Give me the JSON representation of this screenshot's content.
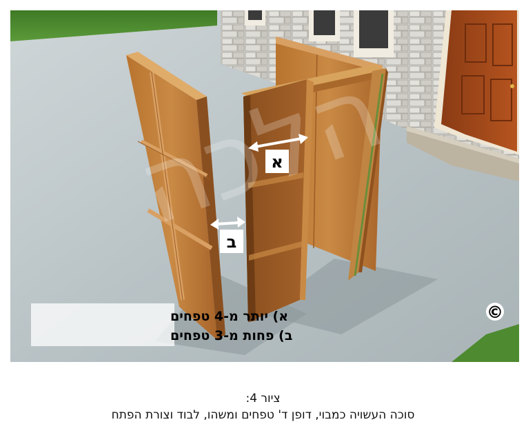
{
  "illustration": {
    "marker_a": "א",
    "marker_b": "ב",
    "legend": {
      "line_a": "א) יותר מ-4 טפחים",
      "line_b": "ב) פחות מ-3 טפחים"
    },
    "copyright_symbol": "©",
    "watermark": "הלכה",
    "icons": [
      "double-arrow-icon",
      "copyright-icon"
    ]
  },
  "caption": {
    "figure_number": "ציור 4:",
    "text": "סוכה העשויה כמבוי, דופן ד' טפחים ומשהו, לבוד וצורת הפתח"
  }
}
